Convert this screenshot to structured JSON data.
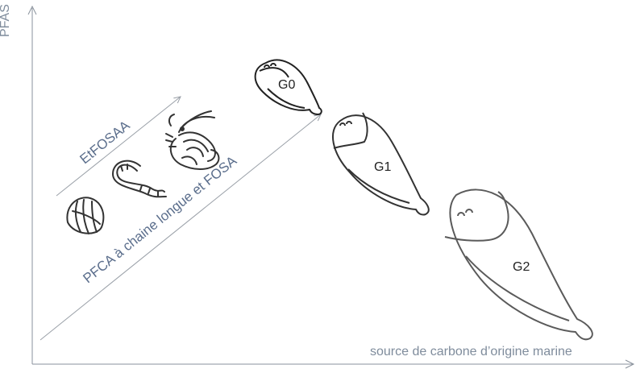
{
  "axes": {
    "y_label": "PFAS",
    "x_label": "source de carbone d’origine marine"
  },
  "arrows": {
    "upper_label": "EtFOSAA",
    "lower_label": "PFCA à chaine longue et FOSA"
  },
  "fish": {
    "g0": "G0",
    "g1": "G1",
    "g2": "G2"
  },
  "organisms": [
    "clam-icon",
    "worm-icon",
    "shrimp-icon"
  ],
  "colors": {
    "axis": "#8a929c",
    "arrow": "#9aa0a8",
    "fish_outline": "#333333",
    "fish_outline_large": "#5a5a5a"
  }
}
